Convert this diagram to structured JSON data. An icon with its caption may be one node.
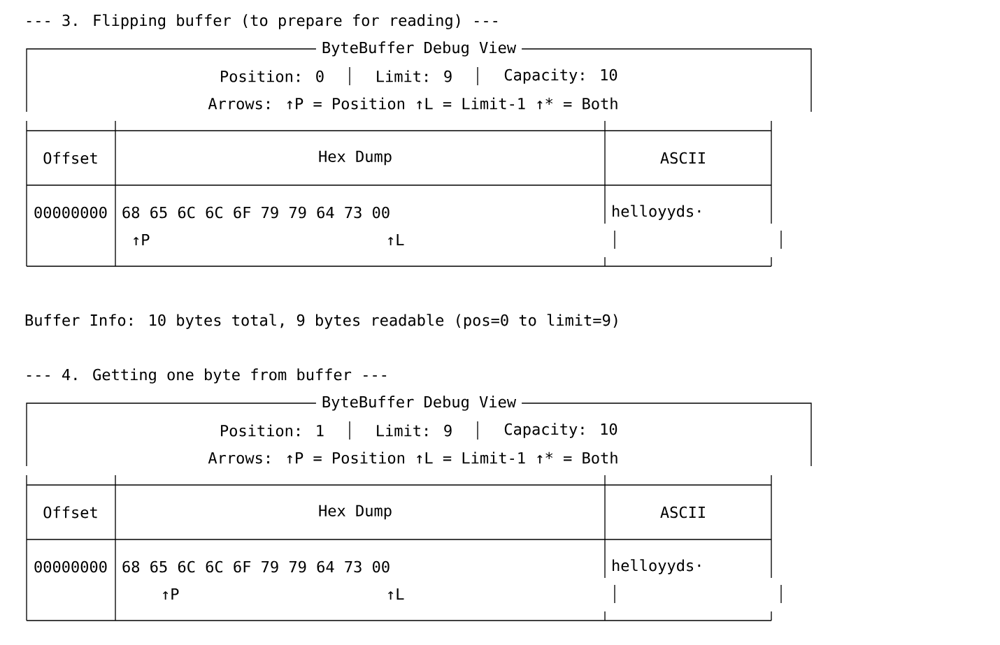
{
  "diagram": {
    "nodes": [
      {
        "text": [
          "ByteBuffer Debug View",
          "Position: 0",
          "Limit: 9",
          "Capacity: 10",
          "Arrows: ↑P = Position ↑L = Limit-1 ↑* = Both"
        ]
      },
      {
        "text": [
          "ByteBuffer Debug View",
          "Position: 1",
          "Limit: 9",
          "Capacity: 10",
          "Arrows: ↑P = Position ↑L = Limit-1 ↑* = Both"
        ]
      }
    ],
    "labels": [
      "--- 3. Flipping buffer (to prepare for reading) ---",
      "Offset",
      "Hex Dump",
      "ASCII",
      "00000000",
      "68 65 6C 6C 6F 79 79 64  73 00",
      "helloyyds·",
      "↑P",
      "↑L",
      "Buffer Info: 10 bytes total, 9 bytes readable (pos=0 to limit=9)",
      "--- 4. Getting one byte from buffer ---",
      "Offset",
      "Hex Dump",
      "ASCII",
      "00000000",
      "68 65 6C 6C 6F 79 79 64  73 00",
      "helloyyds·",
      "↑P",
      "↑L"
    ]
  }
}
